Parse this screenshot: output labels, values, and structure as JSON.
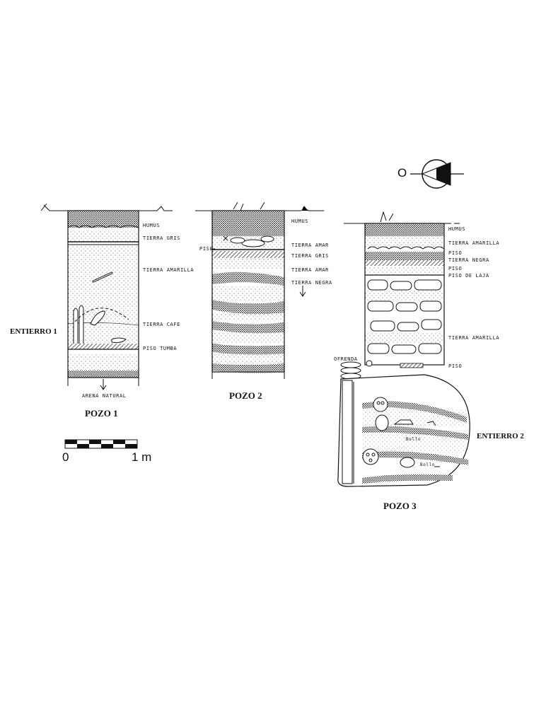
{
  "pozo1": {
    "title": "POZO 1",
    "labels": [
      "HUMUS",
      "TIERRA GRIS",
      "TIERRA AMARILLA",
      "TIERRA CAFE",
      "PISO TUMBA",
      "ARENA NATURAL"
    ],
    "burial": "ENTIERRO 1"
  },
  "pozo2": {
    "title": "POZO 2",
    "labels": [
      "HUMUS",
      "TIERRA AMAR",
      "TIERRA GRIS",
      "TIERRA AMAR",
      "TIERRA NEGRA"
    ],
    "side_label": "PISO"
  },
  "pozo3": {
    "title": "POZO 3",
    "labels": [
      "HUMUS",
      "TIERRA AMARILLA",
      "PISO",
      "TIERRA NEGRA",
      "PISO",
      "PISO DE LAJA",
      "TIERRA AMARILLA",
      "PISO"
    ],
    "offering": "OFRENDA",
    "burial": "ENTIERRO 2",
    "annotations": [
      "Bollo",
      "Bollo"
    ]
  },
  "scale": {
    "start": "0",
    "end": "1 m"
  },
  "compass": {
    "label": "O"
  }
}
